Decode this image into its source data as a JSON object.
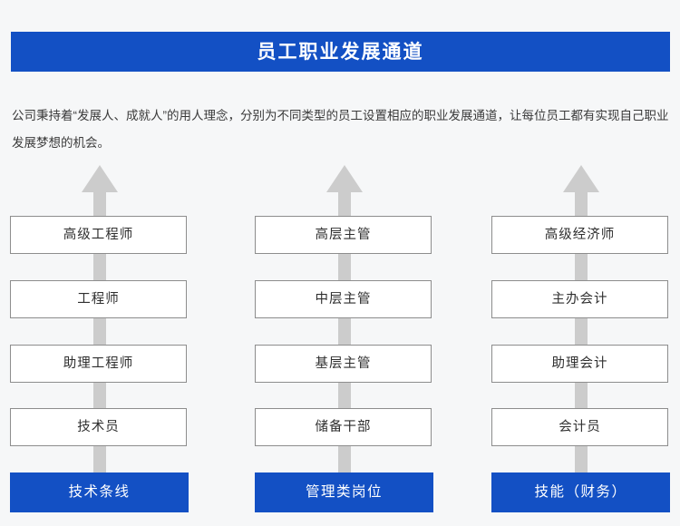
{
  "banner": {
    "title": "员工职业发展通道"
  },
  "intro": {
    "text": "公司秉持着“发展人、成就人”的用人理念，分别为不同类型的员工设置相应的职业发展通道，让每位员工都有实现自己职业发展梦想的机会。"
  },
  "colors": {
    "background": "#f6f7f8",
    "brand_blue": "#1350c4",
    "arrow_gray": "#cccccc",
    "box_border": "#8d8d8d",
    "box_fill": "#ffffff",
    "text_dark": "#2f2f2f",
    "text_white": "#ffffff"
  },
  "columns": [
    {
      "track_label": "技术条线",
      "arrow_icon": "up-arrow-icon",
      "levels": [
        {
          "label": "高级工程师"
        },
        {
          "label": "工程师"
        },
        {
          "label": "助理工程师"
        },
        {
          "label": "技术员"
        }
      ]
    },
    {
      "track_label": "管理类岗位",
      "arrow_icon": "up-arrow-icon",
      "levels": [
        {
          "label": "高层主管"
        },
        {
          "label": "中层主管"
        },
        {
          "label": "基层主管"
        },
        {
          "label": "储备干部"
        }
      ]
    },
    {
      "track_label": "技能（财务）",
      "arrow_icon": "up-arrow-icon",
      "levels": [
        {
          "label": "高级经济师"
        },
        {
          "label": "主办会计"
        },
        {
          "label": "助理会计"
        },
        {
          "label": "会计员"
        }
      ]
    }
  ]
}
